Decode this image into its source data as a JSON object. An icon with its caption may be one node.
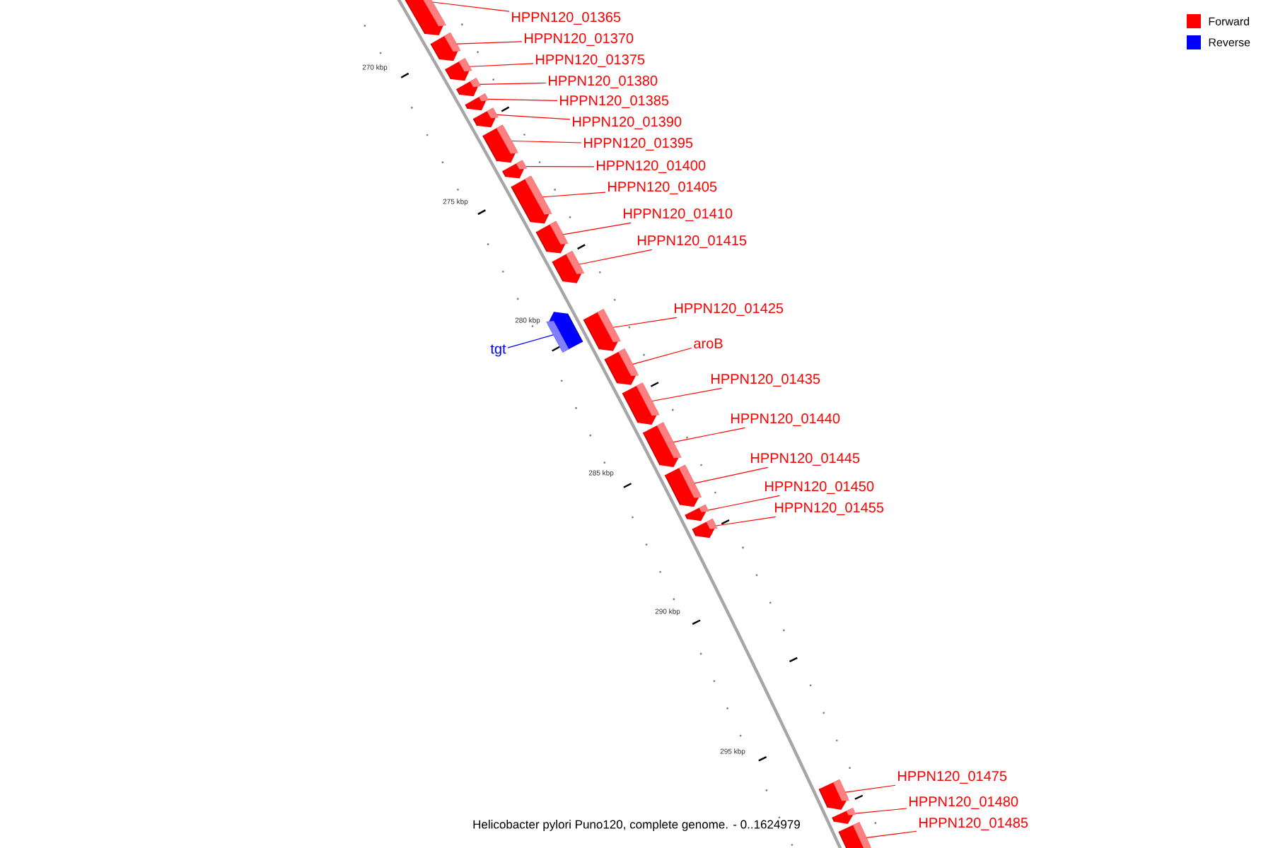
{
  "diagram": {
    "caption": "Helicobacter pylori Puno120, complete genome. - 0..1624979",
    "nodes": [
      {
        "text": [
          "HPPN120_01365"
        ]
      },
      {
        "text": [
          "HPPN120_01370"
        ]
      },
      {
        "text": [
          "HPPN120_01375"
        ]
      },
      {
        "text": [
          "HPPN120_01380"
        ]
      },
      {
        "text": [
          "HPPN120_01385"
        ]
      },
      {
        "text": [
          "HPPN120_01390"
        ]
      },
      {
        "text": [
          "HPPN120_01395"
        ]
      },
      {
        "text": [
          "HPPN120_01400"
        ]
      },
      {
        "text": [
          "HPPN120_01405"
        ]
      },
      {
        "text": [
          "HPPN120_01410"
        ]
      },
      {
        "text": [
          "HPPN120_01415"
        ]
      },
      {
        "text": [
          "HPPN120_01425"
        ]
      },
      {
        "text": [
          "aroB"
        ]
      },
      {
        "text": [
          "tgt"
        ]
      },
      {
        "text": [
          "HPPN120_01435"
        ]
      },
      {
        "text": [
          "HPPN120_01440"
        ]
      },
      {
        "text": [
          "HPPN120_01445"
        ]
      },
      {
        "text": [
          "HPPN120_01450"
        ]
      },
      {
        "text": [
          "HPPN120_01455"
        ]
      },
      {
        "text": [
          "HPPN120_01475"
        ]
      },
      {
        "text": [
          "HPPN120_01480"
        ]
      },
      {
        "text": [
          "HPPN120_01485"
        ]
      },
      {
        "text": [],
        "shape": "box"
      },
      {
        "text": [],
        "shape": "box"
      },
      {
        "text": [],
        "shape": "box"
      },
      {
        "text": [],
        "shape": "box"
      },
      {
        "text": [],
        "shape": "box"
      },
      {
        "text": [],
        "shape": "box"
      },
      {
        "text": [],
        "shape": "box"
      },
      {
        "text": [],
        "shape": "box"
      },
      {
        "text": [],
        "shape": "box"
      },
      {
        "text": [],
        "shape": "box"
      },
      {
        "text": [],
        "shape": "box"
      },
      {
        "text": [],
        "shape": "box"
      },
      {
        "text": [],
        "shape": "box"
      },
      {
        "text": [],
        "shape": "box"
      },
      {
        "text": [],
        "shape": "box"
      },
      {
        "text": [],
        "shape": "box"
      },
      {
        "text": [],
        "shape": "box"
      },
      {
        "text": [],
        "shape": "box"
      },
      {
        "text": [],
        "shape": "box"
      },
      {
        "text": [],
        "shape": "box"
      },
      {
        "text": [],
        "shape": "box"
      },
      {
        "text": [],
        "shape": "box"
      }
    ],
    "edges": [
      {
        "from": 0,
        "to": 22,
        "arrow": "none"
      },
      {
        "from": 1,
        "to": 23,
        "arrow": "none"
      },
      {
        "from": 2,
        "to": 24,
        "arrow": "none"
      },
      {
        "from": 3,
        "to": 25,
        "arrow": "none"
      },
      {
        "from": 4,
        "to": 26,
        "arrow": "none"
      },
      {
        "from": 5,
        "to": 27,
        "arrow": "none"
      },
      {
        "from": 6,
        "to": 28,
        "arrow": "none"
      },
      {
        "from": 7,
        "to": 29,
        "arrow": "none"
      },
      {
        "from": 8,
        "to": 30,
        "arrow": "none"
      },
      {
        "from": 9,
        "to": 31,
        "arrow": "none"
      },
      {
        "from": 10,
        "to": 32,
        "arrow": "none"
      },
      {
        "from": 11,
        "to": 34,
        "arrow": "none"
      },
      {
        "from": 12,
        "to": 35,
        "arrow": "none"
      },
      {
        "from": 13,
        "to": 33,
        "arrow": "none",
        "color": "#0000ff"
      },
      {
        "from": 14,
        "to": 36,
        "arrow": "none"
      },
      {
        "from": 15,
        "to": 37,
        "arrow": "none"
      },
      {
        "from": 16,
        "to": 38,
        "arrow": "none"
      },
      {
        "from": 17,
        "to": 39,
        "arrow": "none"
      },
      {
        "from": 18,
        "to": 40,
        "arrow": "none"
      },
      {
        "from": 19,
        "to": 41,
        "arrow": "none"
      },
      {
        "from": 20,
        "to": 42,
        "arrow": "none"
      },
      {
        "from": 21,
        "to": 43,
        "arrow": "none"
      }
    ],
    "labels": [
      "270 kbp",
      "275 kbp",
      "280 kbp",
      "285 kbp",
      "290 kbp",
      "295 kbp"
    ],
    "legend": [
      {
        "text": "Forward",
        "color": "#ff0000"
      },
      {
        "text": "Reverse",
        "color": "#0000ff"
      }
    ]
  }
}
